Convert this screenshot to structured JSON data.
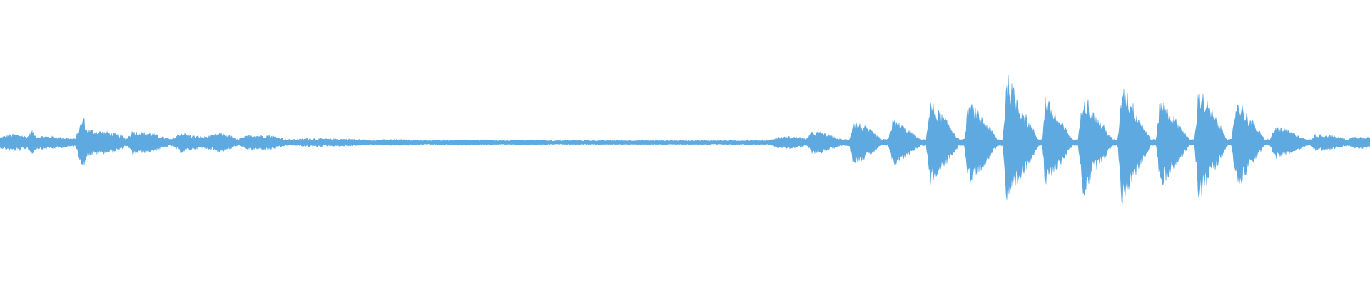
{
  "waveform": {
    "color": "#5ea9e0",
    "background": "#ffffff",
    "envelope": [
      [
        0.0,
        0.02
      ],
      [
        0.007,
        0.03
      ],
      [
        0.014,
        0.03
      ],
      [
        0.02,
        0.022
      ],
      [
        0.0235,
        0.045
      ],
      [
        0.026,
        0.024
      ],
      [
        0.031,
        0.024
      ],
      [
        0.04,
        0.022
      ],
      [
        0.048,
        0.018
      ],
      [
        0.055,
        0.014
      ],
      [
        0.061,
        0.1
      ],
      [
        0.063,
        0.05
      ],
      [
        0.07,
        0.045
      ],
      [
        0.08,
        0.038
      ],
      [
        0.089,
        0.026
      ],
      [
        0.092,
        0.012
      ],
      [
        0.097,
        0.045
      ],
      [
        0.103,
        0.038
      ],
      [
        0.11,
        0.036
      ],
      [
        0.118,
        0.022
      ],
      [
        0.125,
        0.012
      ],
      [
        0.132,
        0.038
      ],
      [
        0.14,
        0.026
      ],
      [
        0.148,
        0.022
      ],
      [
        0.155,
        0.026
      ],
      [
        0.16,
        0.036
      ],
      [
        0.168,
        0.026
      ],
      [
        0.173,
        0.012
      ],
      [
        0.178,
        0.02
      ],
      [
        0.183,
        0.03
      ],
      [
        0.19,
        0.026
      ],
      [
        0.196,
        0.028
      ],
      [
        0.202,
        0.022
      ],
      [
        0.209,
        0.012
      ],
      [
        0.216,
        0.012
      ],
      [
        0.225,
        0.016
      ],
      [
        0.238,
        0.014
      ],
      [
        0.252,
        0.014
      ],
      [
        0.262,
        0.012
      ],
      [
        0.271,
        0.009
      ],
      [
        0.277,
        0.01
      ],
      [
        0.287,
        0.012
      ],
      [
        0.3,
        0.01
      ],
      [
        0.31,
        0.008
      ],
      [
        0.313,
        0.007
      ],
      [
        0.32,
        0.01
      ],
      [
        0.34,
        0.01
      ],
      [
        0.356,
        0.01
      ],
      [
        0.364,
        0.007
      ],
      [
        0.37,
        0.008
      ],
      [
        0.382,
        0.01
      ],
      [
        0.397,
        0.01
      ],
      [
        0.404,
        0.007
      ],
      [
        0.412,
        0.008
      ],
      [
        0.43,
        0.008
      ],
      [
        0.46,
        0.008
      ],
      [
        0.495,
        0.008
      ],
      [
        0.53,
        0.008
      ],
      [
        0.558,
        0.008
      ],
      [
        0.563,
        0.01
      ],
      [
        0.568,
        0.02
      ],
      [
        0.576,
        0.022
      ],
      [
        0.584,
        0.02
      ],
      [
        0.588,
        0.012
      ],
      [
        0.593,
        0.04
      ],
      [
        0.6,
        0.038
      ],
      [
        0.608,
        0.022
      ],
      [
        0.614,
        0.012
      ],
      [
        0.62,
        0.012
      ],
      [
        0.623,
        0.08
      ],
      [
        0.631,
        0.06
      ],
      [
        0.637,
        0.04
      ],
      [
        0.643,
        0.012
      ],
      [
        0.648,
        0.012
      ],
      [
        0.652,
        0.085
      ],
      [
        0.66,
        0.06
      ],
      [
        0.666,
        0.035
      ],
      [
        0.672,
        0.012
      ],
      [
        0.676,
        0.012
      ],
      [
        0.679,
        0.15
      ],
      [
        0.688,
        0.1
      ],
      [
        0.694,
        0.06
      ],
      [
        0.7,
        0.012
      ],
      [
        0.704,
        0.012
      ],
      [
        0.707,
        0.15
      ],
      [
        0.716,
        0.1
      ],
      [
        0.722,
        0.06
      ],
      [
        0.728,
        0.012
      ],
      [
        0.732,
        0.012
      ],
      [
        0.735,
        0.25
      ],
      [
        0.745,
        0.14
      ],
      [
        0.752,
        0.07
      ],
      [
        0.758,
        0.012
      ],
      [
        0.761,
        0.012
      ],
      [
        0.763,
        0.17
      ],
      [
        0.771,
        0.1
      ],
      [
        0.777,
        0.06
      ],
      [
        0.783,
        0.012
      ],
      [
        0.787,
        0.012
      ],
      [
        0.791,
        0.2
      ],
      [
        0.798,
        0.11
      ],
      [
        0.806,
        0.06
      ],
      [
        0.812,
        0.012
      ],
      [
        0.816,
        0.012
      ],
      [
        0.819,
        0.23
      ],
      [
        0.828,
        0.13
      ],
      [
        0.834,
        0.07
      ],
      [
        0.84,
        0.012
      ],
      [
        0.844,
        0.012
      ],
      [
        0.847,
        0.17
      ],
      [
        0.856,
        0.1
      ],
      [
        0.862,
        0.06
      ],
      [
        0.868,
        0.012
      ],
      [
        0.872,
        0.012
      ],
      [
        0.875,
        0.21
      ],
      [
        0.883,
        0.13
      ],
      [
        0.89,
        0.07
      ],
      [
        0.896,
        0.012
      ],
      [
        0.899,
        0.012
      ],
      [
        0.903,
        0.17
      ],
      [
        0.911,
        0.1
      ],
      [
        0.917,
        0.06
      ],
      [
        0.923,
        0.012
      ],
      [
        0.927,
        0.012
      ],
      [
        0.931,
        0.06
      ],
      [
        0.94,
        0.045
      ],
      [
        0.947,
        0.03
      ],
      [
        0.953,
        0.012
      ],
      [
        0.957,
        0.012
      ],
      [
        0.96,
        0.03
      ],
      [
        0.97,
        0.028
      ],
      [
        0.978,
        0.02
      ],
      [
        0.984,
        0.012
      ],
      [
        0.988,
        0.022
      ],
      [
        0.995,
        0.022
      ],
      [
        1.0,
        0.02
      ]
    ]
  }
}
